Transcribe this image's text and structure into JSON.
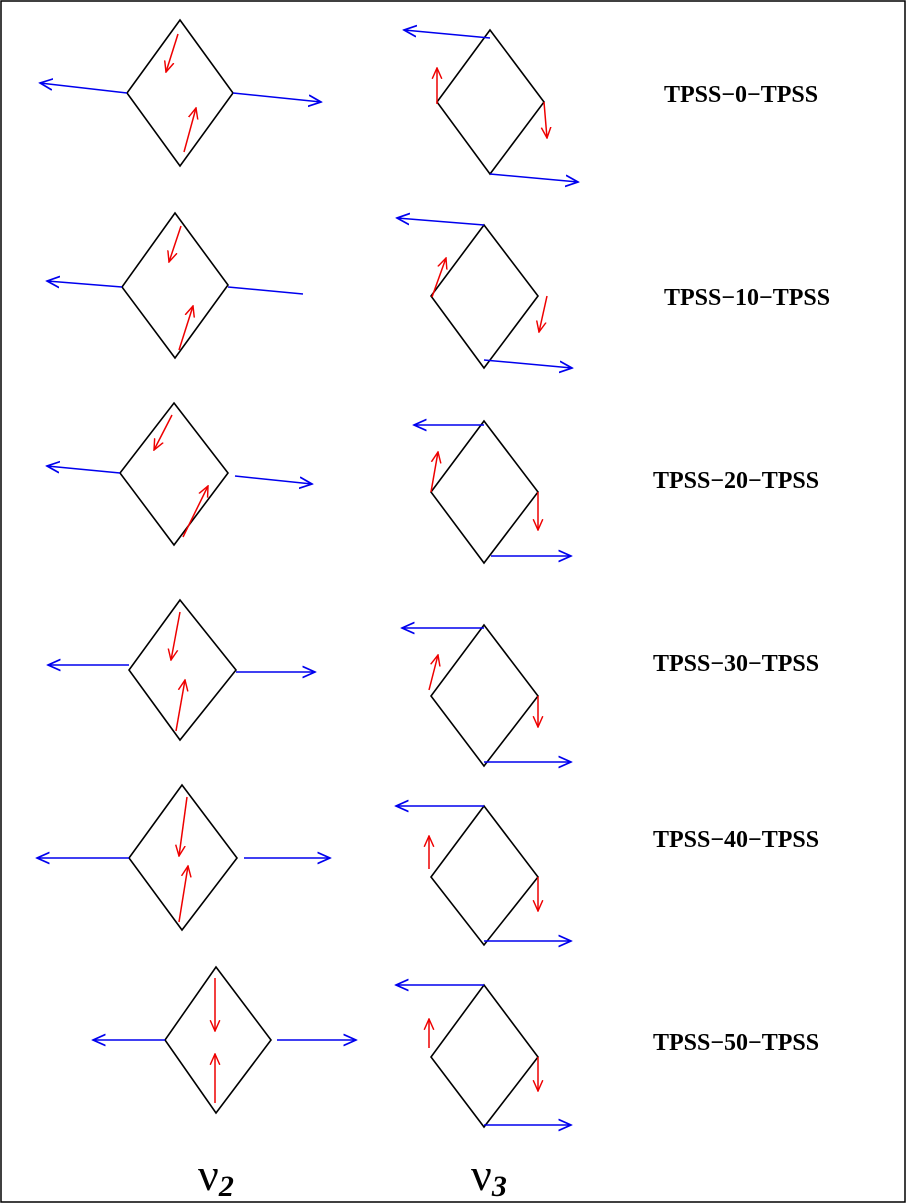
{
  "rows": [
    {
      "label": "TPSS−0−TPSS"
    },
    {
      "label": "TPSS−10−TPSS"
    },
    {
      "label": "TPSS−20−TPSS"
    },
    {
      "label": "TPSS−30−TPSS"
    },
    {
      "label": "TPSS−40−TPSS"
    },
    {
      "label": "TPSS−50−TPSS"
    }
  ],
  "columns": [
    {
      "symbol": "ν",
      "subscript": "2"
    },
    {
      "symbol": "ν",
      "subscript": "3"
    }
  ],
  "colors": {
    "frame": "#000000",
    "horizontal_displacement": "#0000ee",
    "vertical_displacement": "#ee0000"
  }
}
